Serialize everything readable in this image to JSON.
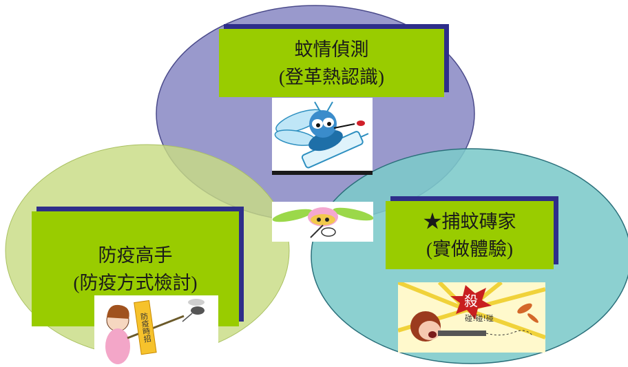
{
  "nodes": {
    "top": {
      "title": "蚊情偵測",
      "subtitle": "(登革熱認識)"
    },
    "left": {
      "title": "防疫高手",
      "subtitle": "(防疫方式檢討)"
    },
    "right": {
      "title": "★捕蚊磚家",
      "subtitle": "(實做體驗)"
    }
  },
  "picture_text": {
    "banner": "防疫時招",
    "shout": "殺",
    "sound": "碰!碰!碰"
  },
  "colors": {
    "circle_top": "#9999cc",
    "circle_left": "#c8dc84",
    "circle_right": "#7ccaca",
    "card": "#99cc00",
    "card_shadow": "#2e2e8a"
  }
}
